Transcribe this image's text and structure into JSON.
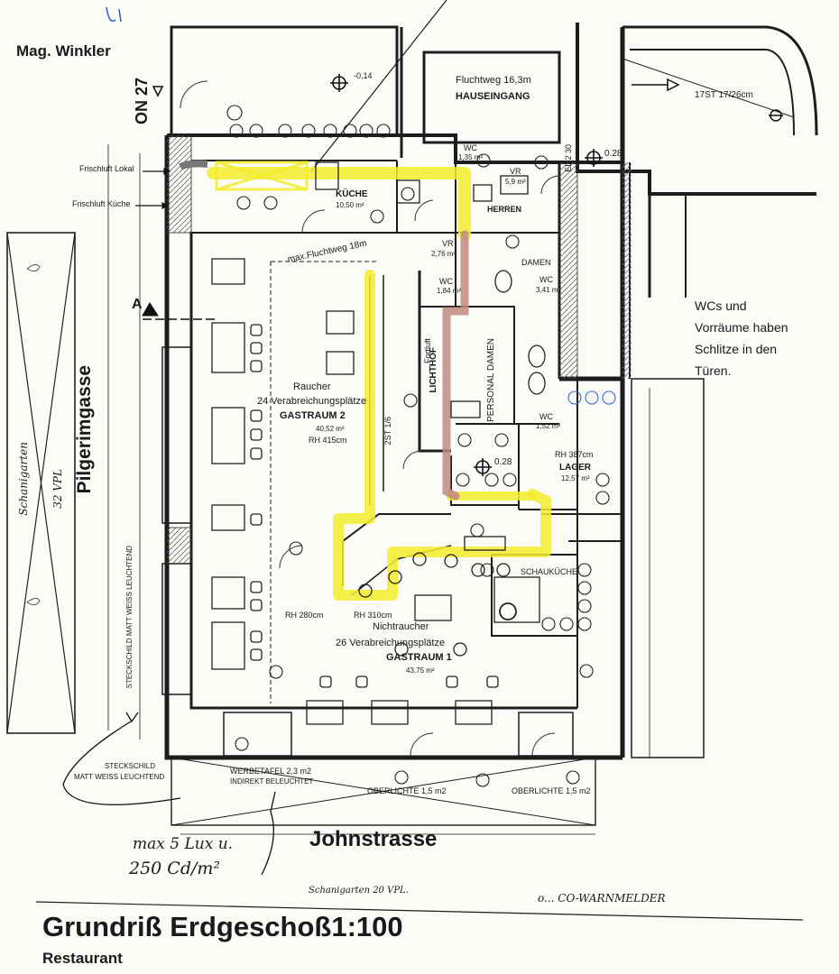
{
  "header": {
    "author": "Mag. Winkler",
    "north_marker": "ON 27"
  },
  "elevation": {
    "top": "-0,14",
    "right": "0.28",
    "center": "0.28"
  },
  "top_area": {
    "escape_route": "Fluchtweg 16,3m",
    "entrance": "HAUSEINGANG",
    "stair": "17ST 17/26cm",
    "el_label": "EL 2 30"
  },
  "kitchen": {
    "name": "KÜCHE",
    "area": "10,50 m²",
    "fresh_air_room": "Frischluft Lokal",
    "fresh_air_kitchen": "Frischluft Küche",
    "escape_route": "max.Fluchtweg 18m"
  },
  "toilets": {
    "wc1": "WC",
    "wc1_area": "1,35 m²",
    "vr1": "VR",
    "vr1_area": "5,9 m²",
    "herren": "HERREN",
    "damen": "DAMEN",
    "vr2": "VR",
    "vr2_area": "2,76 m²",
    "wc2": "WC",
    "wc2_area": "1,84 m²",
    "wc3": "WC",
    "wc3_area": "3,41 m²",
    "wc4": "WC",
    "wc4_area": "1,52 m²"
  },
  "service": {
    "lichthof": "LICHTHOF",
    "personal": "PERSONAL DAMEN",
    "fortluft": "Fortluft",
    "stair": "2ST 1/6"
  },
  "gastraum2": {
    "label1": "Raucher",
    "label2": "24 Verabreichungsplätze",
    "name": "GASTRAUM 2",
    "area": "40,52 m²",
    "height": "RH 415cm"
  },
  "gastraum1": {
    "label1": "Nichtraucher",
    "label2": "26 Verabreichungsplätze",
    "name": "GASTRAUM 1",
    "area": "43,75 m²",
    "height_left": "RH 280cm",
    "height_right": "RH 310cm"
  },
  "lager": {
    "height": "RH 387cm",
    "name": "LAGER",
    "area": "12,57 m²"
  },
  "schauküche": {
    "name": "SCHAUKÜCHE"
  },
  "note": {
    "line1": "WCs und",
    "line2": "Vorräume haben",
    "line3": "Schlitze in den",
    "line4": "Türen."
  },
  "streets": {
    "left": "Pilgerimgasse",
    "bottom": "Johnstrasse",
    "garden_left_1": "Schanigarten",
    "garden_left_2": "32 VPL",
    "garden_bottom": "Schanigarten 20 VPL."
  },
  "signs": {
    "sign_vertical": "STECKSCHILD MATT WEISS LEUCHTEND",
    "sign_bottom_1": "STECKSCHILD",
    "sign_bottom_2": "MATT WEISS LEUCHTEND",
    "board_1": "WERBETAFEL 2,3 m2",
    "board_2": "INDIREKT BELEUCHTET",
    "skylight_1": "OBERLICHTE 1,5 m2",
    "skylight_2": "OBERLICHTE 1,5 m2"
  },
  "handwritten": {
    "limit_1": "max 5 Lux u.",
    "limit_2": "250 Cd/m²",
    "co_legend": "o... CO-WARNMELDER"
  },
  "footer": {
    "title": "Grundriß Erdgeschoß1:100",
    "subtitle": "Restaurant"
  },
  "section_marker": "A"
}
